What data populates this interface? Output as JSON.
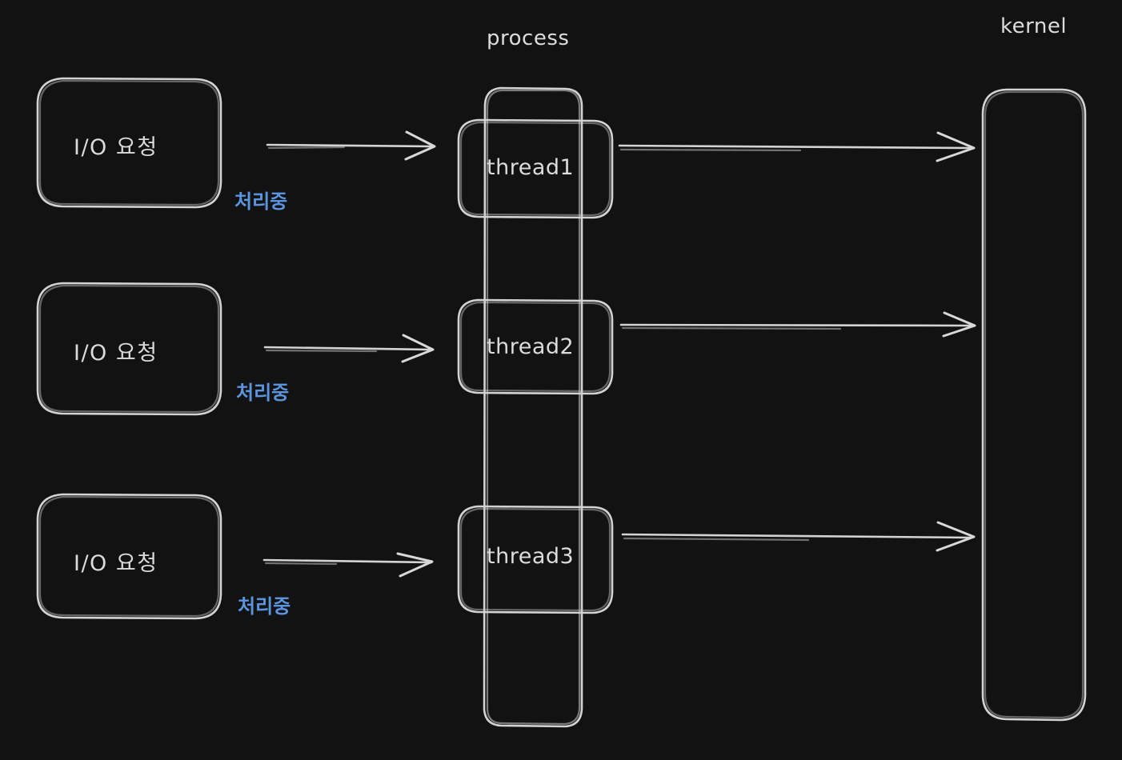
{
  "diagram": {
    "title_process": "process",
    "title_kernel": "kernel",
    "colors": {
      "background": "#121212",
      "stroke": "#d3d3d3",
      "text": "#dcdcdc",
      "status_blue": "#5b95e0"
    },
    "requests": [
      {
        "label": "I/O 요청",
        "status": "처리중"
      },
      {
        "label": "I/O 요청",
        "status": "처리중"
      },
      {
        "label": "I/O 요청",
        "status": "처리중"
      }
    ],
    "threads": [
      {
        "label": "thread1"
      },
      {
        "label": "thread2"
      },
      {
        "label": "thread3"
      }
    ],
    "arrows": {
      "request_to_thread": "arrow-right",
      "thread_to_kernel": "arrow-right"
    }
  }
}
